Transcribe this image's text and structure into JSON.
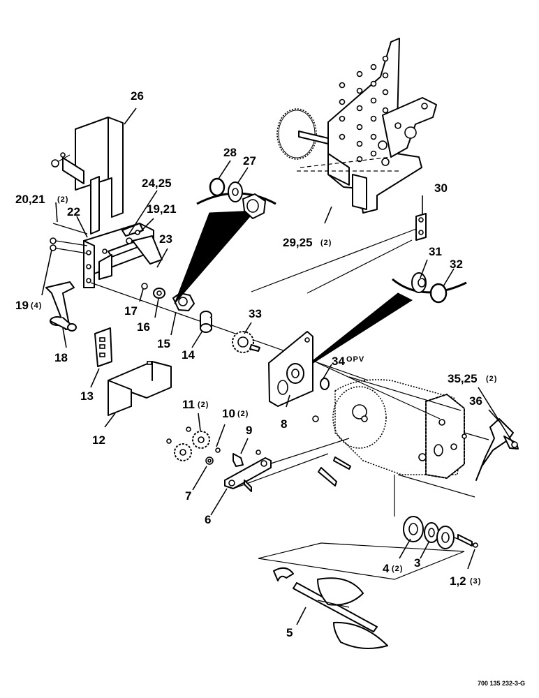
{
  "callouts": {
    "c26": "26",
    "c28": "28",
    "c27": "27",
    "c24_25": "24,25",
    "c20_21": "20,21",
    "q20_21": "(2)",
    "c22": "22",
    "c19_21": "19,21",
    "c23": "23",
    "c30": "30",
    "c29_25": "29,25",
    "q29_25": "(2)",
    "c31": "31",
    "c32": "32",
    "c19": "19",
    "q19": "(4)",
    "c17": "17",
    "c16": "16",
    "c15": "15",
    "c14": "14",
    "c33": "33",
    "c18": "18",
    "c13": "13",
    "c34": "34",
    "opv34": "OPV",
    "c35_25": "35,25",
    "q35_25": "(2)",
    "c36": "36",
    "c8": "8",
    "c12": "12",
    "c11": "11",
    "q11": "(2)",
    "c10": "10",
    "q10": "(2)",
    "c9": "9",
    "c7": "7",
    "c6": "6",
    "c4": "4",
    "q4": "(2)",
    "c3": "3",
    "c1_2": "1,2",
    "q1_2": "(3)",
    "c5": "5"
  },
  "drawing_code": "700 135 232-3-G"
}
